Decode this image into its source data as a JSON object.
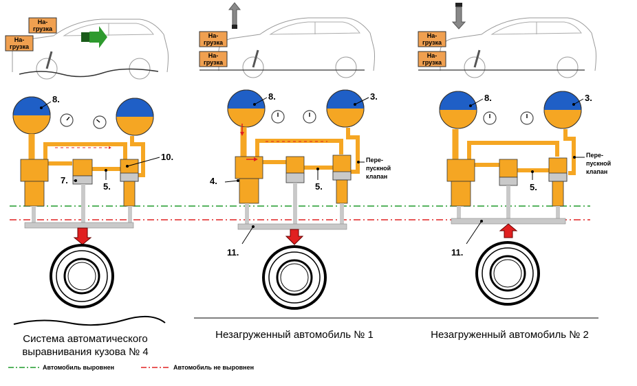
{
  "load_label": [
    "На-",
    "грузка"
  ],
  "labels": {
    "n8": "8.",
    "n10": "10.",
    "n7": "7.",
    "n5": "5.",
    "n4": "4.",
    "n3": "3.",
    "n11": "11.",
    "bypass": [
      "Пере-",
      "пускной",
      "клапан"
    ]
  },
  "captions": {
    "panel1": [
      "Система автоматического",
      "выравнивания кузова № 4"
    ],
    "panel2": "Незагруженный автомобиль № 1",
    "panel3": "Незагруженный автомобиль № 2"
  },
  "legend": {
    "level": "Автомобиль выровнен",
    "not_level": "Автомобиль не выровнен"
  },
  "colors": {
    "orange": "#F5A623",
    "blue": "#1F5FC6",
    "grey": "#C9C9C9",
    "red": "#E02020",
    "green": "#1F9A2A",
    "load_box": "#F0A050"
  }
}
